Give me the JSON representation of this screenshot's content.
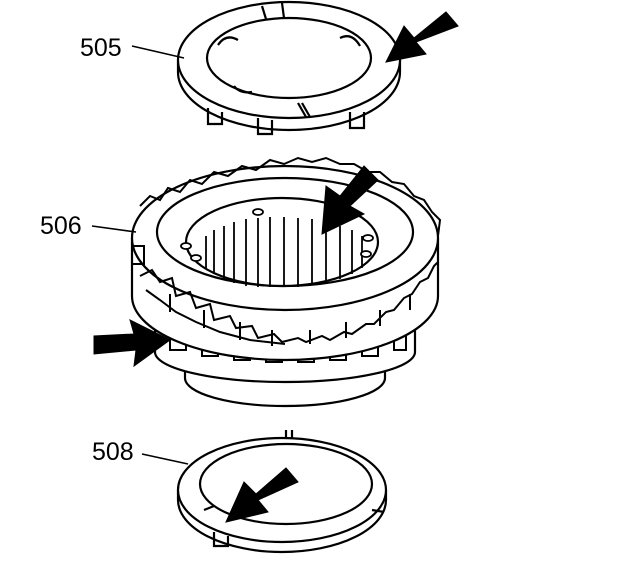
{
  "labels": {
    "part_505": "505",
    "part_506": "506",
    "part_508": "508"
  },
  "colors": {
    "ink": "#000000",
    "paper": "#ffffff"
  }
}
